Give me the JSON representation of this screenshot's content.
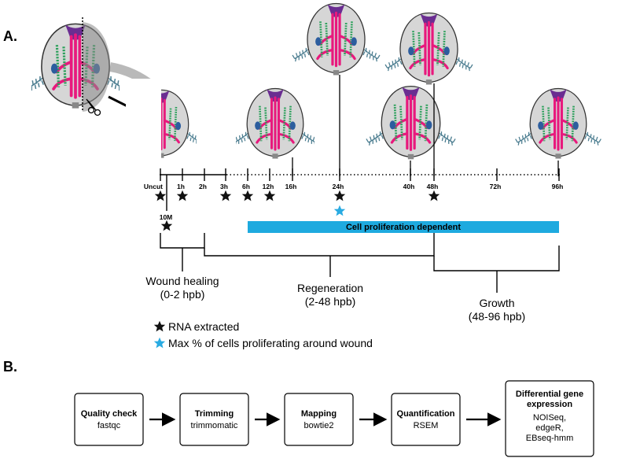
{
  "panel_a_label": "A.",
  "panel_b_label": "B.",
  "timepoints": [
    {
      "id": "uncut",
      "label": "Uncut",
      "rna": true,
      "maxprolif": false
    },
    {
      "id": "10m",
      "label": "10M",
      "rna": true,
      "maxprolif": false
    },
    {
      "id": "1h",
      "label": "1h",
      "rna": true,
      "maxprolif": false
    },
    {
      "id": "2h",
      "label": "2h",
      "rna": false,
      "maxprolif": false
    },
    {
      "id": "3h",
      "label": "3h",
      "rna": true,
      "maxprolif": false
    },
    {
      "id": "6h",
      "label": "6h",
      "rna": true,
      "maxprolif": false
    },
    {
      "id": "12h",
      "label": "12h",
      "rna": true,
      "maxprolif": false
    },
    {
      "id": "16h",
      "label": "16h",
      "rna": false,
      "maxprolif": false
    },
    {
      "id": "24h",
      "label": "24h",
      "rna": true,
      "maxprolif": true
    },
    {
      "id": "40h",
      "label": "40h",
      "rna": false,
      "maxprolif": false
    },
    {
      "id": "48h",
      "label": "48h",
      "rna": true,
      "maxprolif": false
    },
    {
      "id": "72h",
      "label": "72h",
      "rna": false,
      "maxprolif": false
    },
    {
      "id": "96h",
      "label": "96h",
      "rna": false,
      "maxprolif": false
    }
  ],
  "prolif_bar": {
    "label": "Cell proliferation dependent",
    "color": "#1eaadf"
  },
  "phases": {
    "wound_healing": {
      "name": "Wound healing",
      "range": "(0-2 hpb)"
    },
    "regeneration": {
      "name": "Regeneration",
      "range": "(2-48 hpb)"
    },
    "growth": {
      "name": "Growth",
      "range": "(48-96 hpb)"
    }
  },
  "legend": {
    "rna": {
      "label": "RNA extracted",
      "color": "#111111"
    },
    "maxprolif": {
      "label": "Max % of cells proliferating around wound",
      "color": "#29abe2"
    }
  },
  "pipeline": [
    {
      "title": "Quality check",
      "subtitle": "fastqc"
    },
    {
      "title": "Trimming",
      "subtitle": "trimmomatic"
    },
    {
      "title": "Mapping",
      "subtitle": "bowtie2"
    },
    {
      "title": "Quantification",
      "subtitle": "RSEM"
    },
    {
      "title": "Differential gene expression",
      "subtitle": "NOISeq, edgeR, EBseq-hmm"
    }
  ],
  "colors": {
    "animal_body": "#d6d6d6",
    "gut": "#e8197d",
    "pharynx": "#6a2d91",
    "nerve": "#2aa05a",
    "eye": "#2c5d9e",
    "tentacle": "#4a7c8f"
  }
}
